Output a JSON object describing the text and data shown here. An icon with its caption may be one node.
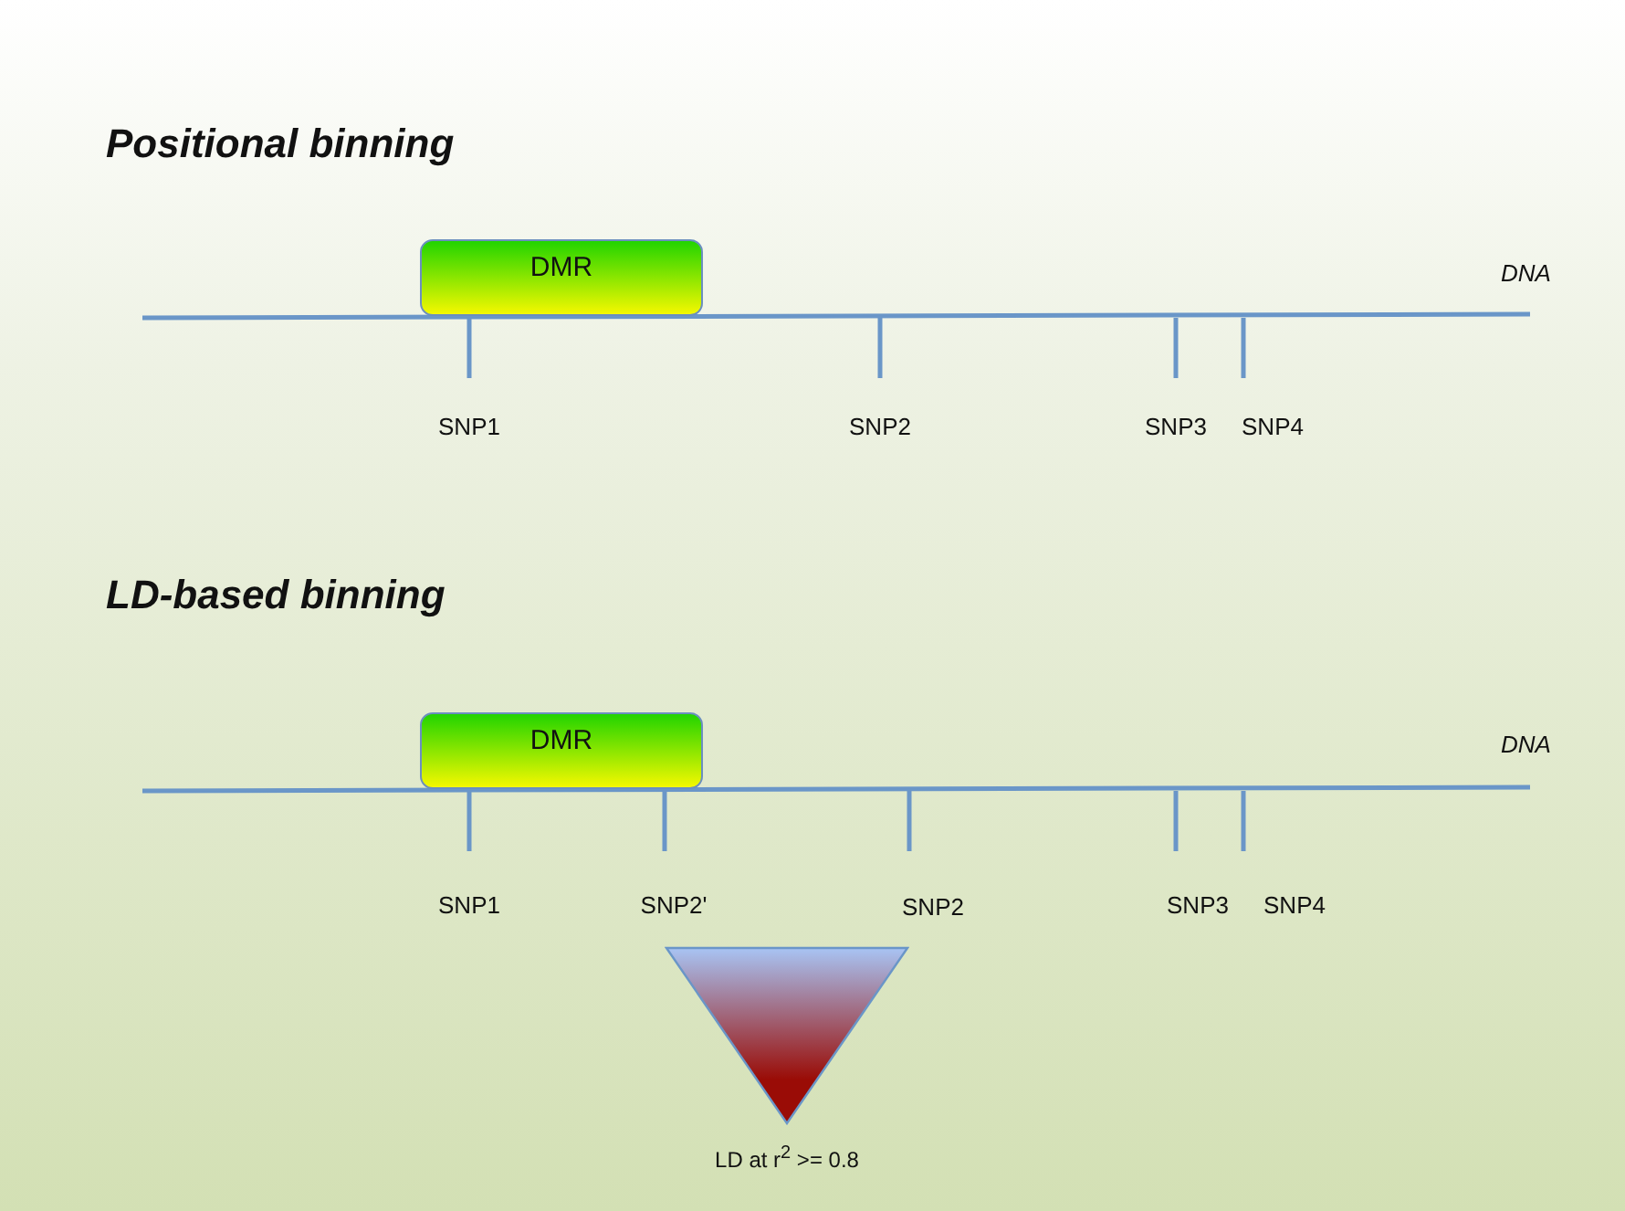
{
  "diagram": {
    "nodes": [
      {
        "text": [
          "DMR"
        ]
      },
      {
        "text": [
          "DMR"
        ]
      },
      {
        "text": [],
        "shape": "triangle",
        "beside": [
          "LD at r$^{2}$ >= 0.8"
        ]
      }
    ],
    "labels": [
      "Positional binning",
      "DNA",
      "SNP1",
      "SNP2",
      "SNP3",
      "SNP4",
      "LD-based binning",
      "DNA",
      "SNP1",
      "SNP2'",
      "SNP2",
      "SNP3",
      "SNP4"
    ]
  }
}
